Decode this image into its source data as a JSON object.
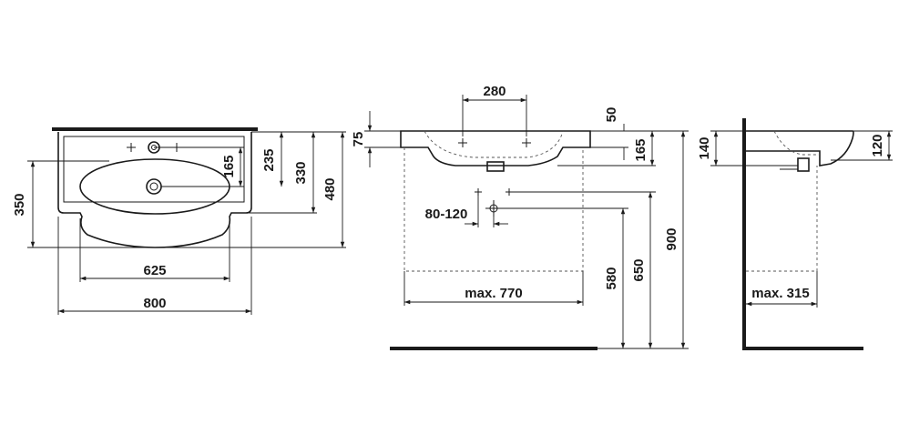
{
  "dimensions": {
    "top_view": {
      "d350": "350",
      "d625": "625",
      "d800": "800",
      "d165": "165",
      "d235": "235",
      "d330": "330",
      "d480": "480"
    },
    "front_view": {
      "d280": "280",
      "d50": "50",
      "d75": "75",
      "d165": "165",
      "d80_120": "80-120",
      "max770": "max. 770",
      "d580": "580",
      "d650": "650",
      "d900": "900"
    },
    "side_view": {
      "d140": "140",
      "d120": "120",
      "max315": "max. 315"
    }
  }
}
